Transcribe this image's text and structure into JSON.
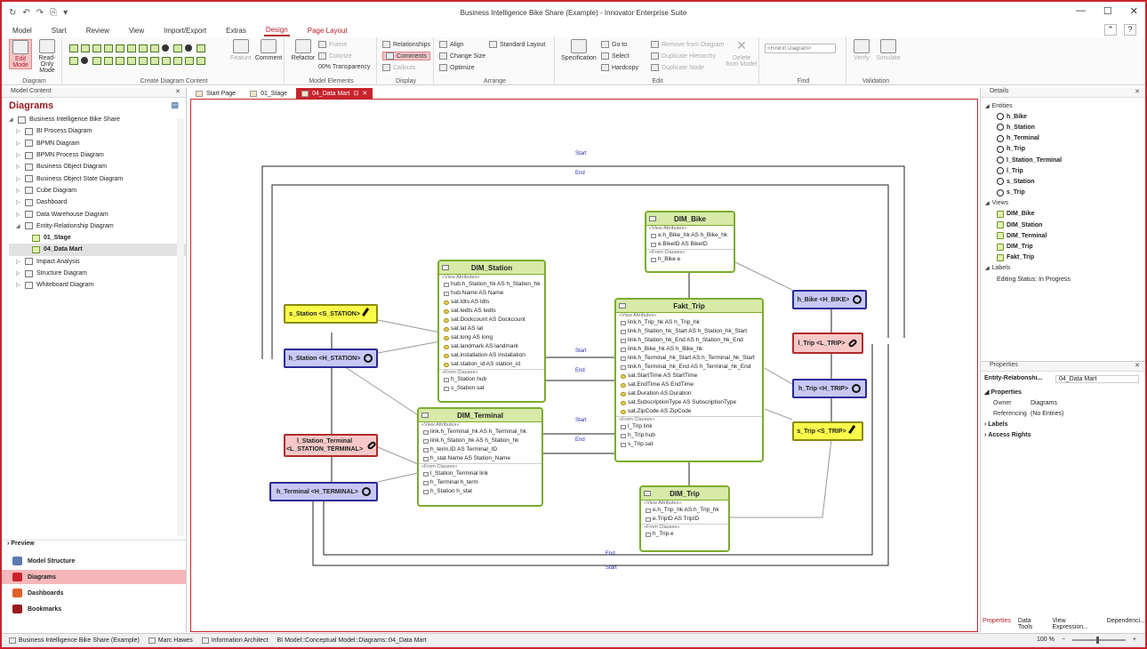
{
  "window": {
    "title": "Business Intelligence Bike Share (Example) - Innovator Enterprise Suite",
    "min": "—",
    "max": "☐",
    "close": "✕"
  },
  "qat": {
    "refresh": "↻",
    "undo": "↶",
    "redo": "↷",
    "copy": "⎘",
    "more": "▾"
  },
  "ribbon_tabs": [
    {
      "label": "Model"
    },
    {
      "label": "Start"
    },
    {
      "label": "Review"
    },
    {
      "label": "View"
    },
    {
      "label": "Import/Export"
    },
    {
      "label": "Extras"
    },
    {
      "label": "Design"
    },
    {
      "label": "Page Layout"
    }
  ],
  "ribbon_right": {
    "collapse": "⌃",
    "help": "?"
  },
  "ribbon": {
    "diagram_group": {
      "label": "Diagram",
      "edit_mode": "Edit Mode",
      "read_only": "Read-Only Mode"
    },
    "create_group": {
      "label": "Create Diagram Content",
      "feature": "Feature",
      "comment": "Comment"
    },
    "model_elements": {
      "label": "Model Elements",
      "refactor": "Refactor",
      "frame": "Frame",
      "colorize": "Colorize",
      "transparency": "00% Transparency"
    },
    "display": {
      "label": "Display",
      "relationships": "Relationships",
      "comments": "Comments",
      "callouts": "Callouts"
    },
    "arrange": {
      "label": "Arrange",
      "align": "Align",
      "standard_layout": "Standard Layout",
      "change_size": "Change Size",
      "optimize": "Optimize"
    },
    "edit": {
      "label": "Edit",
      "specification": "Specification",
      "goto": "Go to",
      "select": "Select",
      "hardcopy": "Hardcopy",
      "remove": "Remove from Diagram",
      "dup_hier": "Duplicate Hierarchy",
      "dup_node": "Duplicate Node",
      "delete": "Delete from Model"
    },
    "find": {
      "label": "Find",
      "placeholder": "<Find in Diagram>"
    },
    "validation": {
      "label": "Validation",
      "verify": "Verify",
      "simulate": "Simulate"
    }
  },
  "left_panel": {
    "header": "Model Content",
    "title": "Diagrams",
    "tree": [
      {
        "label": "Business Intelligence Bike Share",
        "indent": 0,
        "tw": "◢"
      },
      {
        "label": "BI Process Diagram",
        "indent": 1,
        "tw": "▷"
      },
      {
        "label": "BPMN Diagram",
        "indent": 1,
        "tw": "▷"
      },
      {
        "label": "BPMN Process Diagram",
        "indent": 1,
        "tw": "▷"
      },
      {
        "label": "Business Object Diagram",
        "indent": 1,
        "tw": "▷"
      },
      {
        "label": "Business Object State Diagram",
        "indent": 1,
        "tw": "▷"
      },
      {
        "label": "Cube Diagram",
        "indent": 1,
        "tw": "▷"
      },
      {
        "label": "Dashboard",
        "indent": 1,
        "tw": "▷"
      },
      {
        "label": "Data Warehouse Diagram",
        "indent": 1,
        "tw": "▷"
      },
      {
        "label": "Entity-Relationship Diagram",
        "indent": 1,
        "tw": "◢"
      },
      {
        "label": "01_Stage",
        "indent": 2,
        "tw": "",
        "bold": true
      },
      {
        "label": "04_Data Mart",
        "indent": 2,
        "tw": "",
        "bold": true,
        "selected": true
      },
      {
        "label": "Impact Analysis",
        "indent": 1,
        "tw": "▷"
      },
      {
        "label": "Structure Diagram",
        "indent": 1,
        "tw": "▷"
      },
      {
        "label": "Whiteboard Diagram",
        "indent": 1,
        "tw": "▷"
      }
    ],
    "preview": "Preview",
    "nav": [
      {
        "label": "Model Structure",
        "color": "#5a7ab0"
      },
      {
        "label": "Diagrams",
        "color": "#c8242c",
        "selected": true
      },
      {
        "label": "Dashboards",
        "color": "#e0602a"
      },
      {
        "label": "Bookmarks",
        "color": "#9a1a21"
      }
    ]
  },
  "doc_tabs": [
    {
      "label": "Start Page"
    },
    {
      "label": "01_Stage"
    },
    {
      "label": "04_Data Mart",
      "active": true,
      "pin": "⊡",
      "close": "✕"
    }
  ],
  "entities": {
    "dim_station": {
      "title": "DIM_Station",
      "view_attrs": "«View Attributes»",
      "rows": [
        "hub.h_Station_hk AS h_Station_hk",
        "hub.Name AS Name",
        "sat.Idts AS Idts",
        "sat.Iedts AS Iedts",
        "sat.Dockcount AS Dockcount",
        "sat.lat AS lat",
        "sat.long AS long",
        "sat.landmark AS landmark",
        "sat.installation AS installation",
        "sat.station_id AS station_id"
      ],
      "from": "«From Clauses»",
      "from_rows": [
        "h_Station hub",
        "s_Station sat"
      ]
    },
    "dim_bike": {
      "title": "DIM_Bike",
      "view_attrs": "«View Attributes»",
      "rows": [
        "e.h_Bike_hk AS h_Bike_hk",
        "e.BikeID AS BikeID"
      ],
      "from": "«From Clauses»",
      "from_rows": [
        "h_Bike e"
      ]
    },
    "fakt_trip": {
      "title": "Fakt_Trip",
      "view_attrs": "«View Attributes»",
      "rows": [
        "link.h_Trip_hk AS h_Trip_hk",
        "link.h_Station_hk_Start AS h_Station_hk_Start",
        "link.h_Station_hk_End AS h_Station_hk_End",
        "link.h_Bike_hk AS h_Bike_hk",
        "link.h_Terminal_hk_Start AS h_Terminal_hk_Start",
        "link.h_Terminal_hk_End AS h_Terminal_hk_End",
        "sat.StartTime AS StartTime",
        "sat.EndTime AS EndTime",
        "sat.Duration AS Duration",
        "sat.SubscriptionType AS SubscriptionType",
        "sat.ZipCode AS ZipCode"
      ],
      "from": "«From Clauses»",
      "from_rows": [
        "l_Trip link",
        "h_Trip hub",
        "s_Trip sat"
      ]
    },
    "dim_terminal": {
      "title": "DIM_Terminal",
      "view_attrs": "«View Attributes»",
      "rows": [
        "link.h_Terminal_hk AS h_Terminal_hk",
        "link.h_Station_hk AS h_Station_hk",
        "h_term.ID AS Terminal_ID",
        "h_stat.Name AS Station_Name"
      ],
      "from": "«From Clauses»",
      "from_rows": [
        "l_Station_Terminal link",
        "h_Terminal h_term",
        "h_Station h_stat"
      ]
    },
    "dim_trip": {
      "title": "DIM_Trip",
      "view_attrs": "«View Attributes»",
      "rows": [
        "e.h_Trip_hk AS h_Trip_hk",
        "e.TripID AS TripID"
      ],
      "from": "«From Clauses»",
      "from_rows": [
        "h_Trip e"
      ]
    }
  },
  "dv": {
    "s_station": "s_Station <S_STATION>",
    "h_station": "h_Station <H_STATION>",
    "l_station_terminal": "l_Station_Terminal <L_STATION_TERMINAL>",
    "h_terminal": "h_Terminal <H_TERMINAL>",
    "h_bike": "h_Bike <H_BIKE>",
    "l_trip": "l_Trip <L_TRIP>",
    "h_trip": "h_Trip <H_TRIP>",
    "s_trip": "s_Trip <S_TRIP>"
  },
  "canvas_labels": {
    "start": "Start",
    "end": "End"
  },
  "details": {
    "header": "Details",
    "entities_label": "Entities",
    "entities": [
      "h_Bike",
      "h_Station",
      "h_Terminal",
      "h_Trip",
      "l_Station_Terminal",
      "l_Trip",
      "s_Station",
      "s_Trip"
    ],
    "views_label": "Views",
    "views": [
      "DIM_Bike",
      "DIM_Station",
      "DIM_Terminal",
      "DIM_Trip",
      "Fakt_Trip"
    ],
    "labels_label": "Labels",
    "editing_status": "Editing Status:  In Progress"
  },
  "properties": {
    "header": "Properties",
    "type": "Entity-Relationshi...",
    "name": "04_Data Mart",
    "sec_properties": "Properties",
    "owner_k": "Owner",
    "owner_v": "Diagrams",
    "ref_k": "Referencing",
    "ref_v": "(No Entries)",
    "sec_labels": "Labels",
    "sec_access": "Access Rights",
    "tabs": [
      "Properties",
      "Data Tools",
      "View Expression...",
      "Dependenci..."
    ]
  },
  "status": {
    "items": [
      "Business Intelligence Bike Share (Example)",
      "Marc Hawes",
      "Information Architect",
      "BI Model::Conceptual Model::Diagrams::04_Data Mart"
    ],
    "zoom": "100 %",
    "zoom_minus": "−",
    "zoom_plus": "+"
  }
}
